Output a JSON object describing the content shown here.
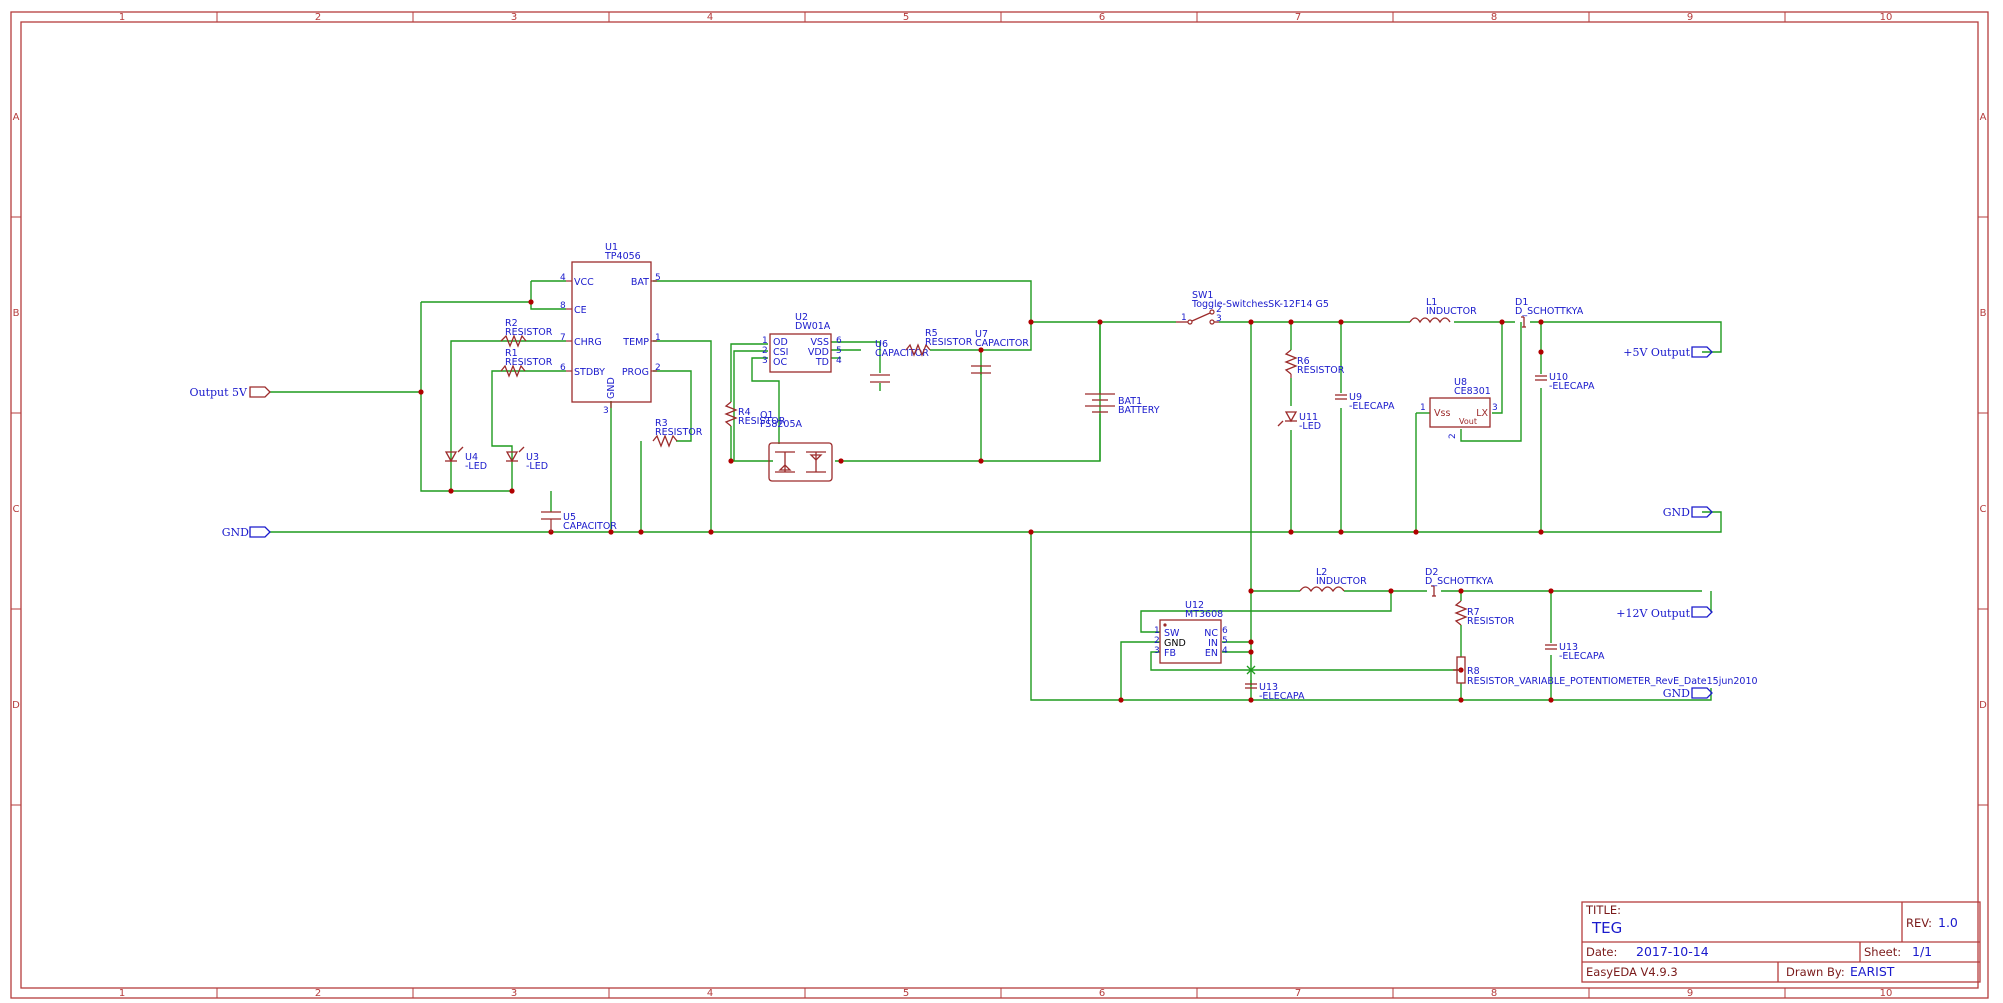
{
  "colors": {
    "frame": "#b53d3d",
    "wire": "#1f9b1f",
    "part": "#9c2b2b",
    "label": "#1a1acc",
    "junction": "#b00000"
  },
  "frame": {
    "columns": [
      "1",
      "2",
      "3",
      "4",
      "5",
      "6",
      "7",
      "8",
      "9",
      "10"
    ],
    "rows": [
      "A",
      "B",
      "C",
      "D"
    ]
  },
  "components": {
    "u1": {
      "ref": "U1",
      "value": "TP4056",
      "pins": [
        "VCC",
        "CE",
        "CHRG",
        "STDBY",
        "BAT",
        "TEMP",
        "PROG",
        "GND"
      ],
      "nums": [
        "4",
        "8",
        "7",
        "6",
        "5",
        "1",
        "2",
        "3"
      ]
    },
    "u2": {
      "ref": "U2",
      "value": "DW01A",
      "pins": [
        "OD",
        "CSI",
        "OC",
        "VSS",
        "VDD",
        "TD"
      ],
      "nums": [
        "1",
        "2",
        "3",
        "6",
        "5",
        "4"
      ]
    },
    "u6": {
      "ref": "U6",
      "value": "CAPACITOR"
    },
    "r5": {
      "ref": "R5",
      "value": "RESISTOR"
    },
    "u7": {
      "ref": "U7",
      "value": "CAPACITOR"
    },
    "r2": {
      "ref": "R2",
      "value": "RESISTOR"
    },
    "r1": {
      "ref": "R1",
      "value": "RESISTOR"
    },
    "r3": {
      "ref": "R3",
      "value": "RESISTOR"
    },
    "r4": {
      "ref": "R4",
      "value": "RESISTOR"
    },
    "q1": {
      "ref": "Q1",
      "value": "FS8205A"
    },
    "u4": {
      "ref": "U4",
      "value": "-LED"
    },
    "u3": {
      "ref": "U3",
      "value": "-LED"
    },
    "u5": {
      "ref": "U5",
      "value": "CAPACITOR"
    },
    "bat1": {
      "ref": "BAT1",
      "value": "BATTERY"
    },
    "sw1": {
      "ref": "SW1",
      "value": "Toggle-SwitchesSK-12F14 G5",
      "pins": [
        "1",
        "2",
        "3"
      ]
    },
    "r6": {
      "ref": "R6",
      "value": "RESISTOR"
    },
    "u11": {
      "ref": "U11",
      "value": "-LED"
    },
    "u9": {
      "ref": "U9",
      "value": "-ELECAPA"
    },
    "l1": {
      "ref": "L1",
      "value": "INDUCTOR"
    },
    "d1": {
      "ref": "D1",
      "value": "D_SCHOTTKYA"
    },
    "u8": {
      "ref": "U8",
      "value": "CE8301",
      "pins": [
        "Vss",
        "Vout",
        "LX"
      ],
      "nums": [
        "1",
        "2",
        "3"
      ]
    },
    "u10": {
      "ref": "U10",
      "value": "-ELECAPA"
    },
    "l2": {
      "ref": "L2",
      "value": "INDUCTOR"
    },
    "d2": {
      "ref": "D2",
      "value": "D_SCHOTTKYA"
    },
    "u12": {
      "ref": "U12",
      "value": "MT3608",
      "pins": [
        "SW",
        "GND",
        "FB",
        "NC",
        "IN",
        "EN"
      ],
      "nums": [
        "1",
        "2",
        "3",
        "6",
        "5",
        "4"
      ]
    },
    "r7": {
      "ref": "R7",
      "value": "RESISTOR"
    },
    "r8": {
      "ref": "R8",
      "value": "RESISTOR_VARIABLE_POTENTIOMETER_RevE_Date15jun2010"
    },
    "u13a": {
      "ref": "U13",
      "value": "-ELECAPA"
    },
    "u13b": {
      "ref": "U13",
      "value": "-ELECAPA"
    }
  },
  "nets": {
    "out5v_in": "Output 5V",
    "gnd_left": "GND",
    "out5v": "+5V Output",
    "gnd_right": "GND",
    "out12v": "+12V Output",
    "gnd_bottom": "GND"
  },
  "title_block": {
    "title_label": "TITLE:",
    "title": "TEG",
    "rev_label": "REV:",
    "rev": "1.0",
    "date_label": "Date:",
    "date": "2017-10-14",
    "sheet_label": "Sheet:",
    "sheet": "1/1",
    "tool": "EasyEDA V4.9.3",
    "drawn_label": "Drawn By:",
    "drawn_by": "EARIST"
  }
}
